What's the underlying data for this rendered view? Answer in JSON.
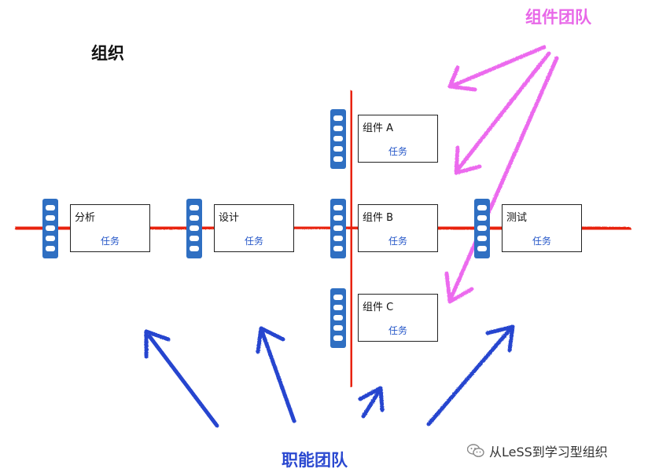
{
  "title": "组织",
  "component_team_label": "组件团队",
  "feature_team_label": "职能团队",
  "task_label": "任务",
  "boxes": [
    {
      "id": "analysis",
      "name": "分析"
    },
    {
      "id": "design",
      "name": "设计"
    },
    {
      "id": "component-a",
      "name": "组件 A"
    },
    {
      "id": "component-b",
      "name": "组件 B"
    },
    {
      "id": "component-c",
      "name": "组件 C"
    },
    {
      "id": "test",
      "name": "测试"
    }
  ],
  "colors": {
    "red_line": "#e8230f",
    "component_arrow": "#ec6aee",
    "feature_arrow": "#2745cf",
    "board": "#2f6fc2",
    "task_text": "#2456c8"
  },
  "icons": [
    "kanban-board-icon",
    "wechat-icon"
  ],
  "watermark": "从LeSS到学习型组织"
}
